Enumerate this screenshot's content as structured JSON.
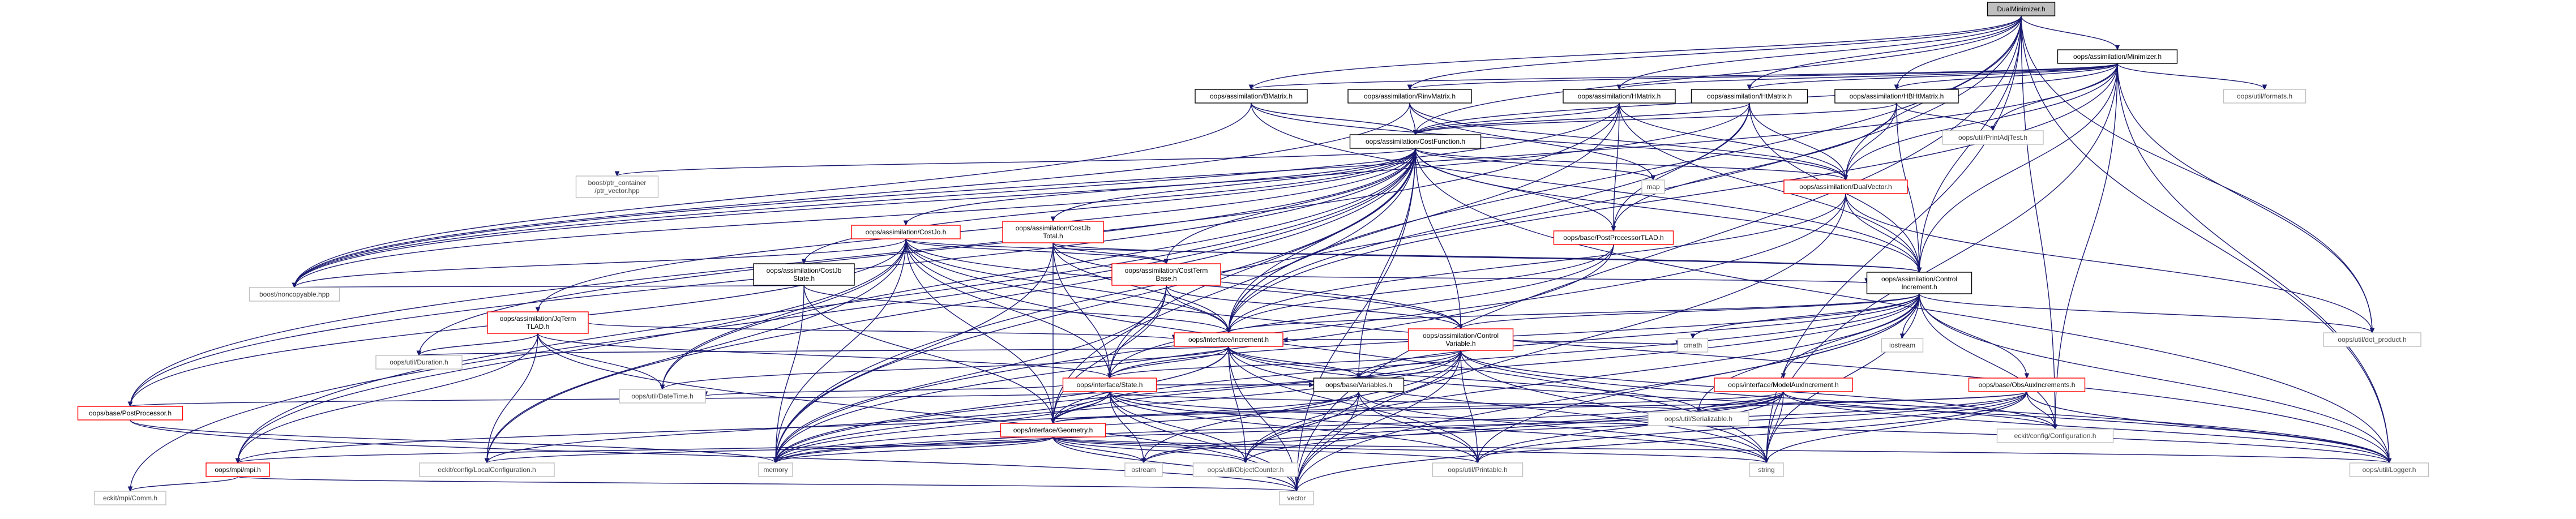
{
  "colors": {
    "edge": "#191970",
    "root_fill": "#bfbfbf",
    "normal_border": "#000000",
    "broken_border": "#ff0000",
    "external_border": "#bfbfbf"
  },
  "nodes": [
    {
      "id": "n0",
      "label": [
        "DualMinimizer.h"
      ],
      "kind": "root"
    },
    {
      "id": "n1",
      "label": [
        "oops/assimilation/Minimizer.h"
      ],
      "kind": "normal"
    },
    {
      "id": "n2",
      "label": [
        "oops/assimilation/BMatrix.h"
      ],
      "kind": "normal"
    },
    {
      "id": "n3",
      "label": [
        "oops/assimilation/RinvMatrix.h"
      ],
      "kind": "normal"
    },
    {
      "id": "n4",
      "label": [
        "oops/assimilation/HMatrix.h"
      ],
      "kind": "normal"
    },
    {
      "id": "n5",
      "label": [
        "oops/assimilation/HtMatrix.h"
      ],
      "kind": "normal"
    },
    {
      "id": "n6",
      "label": [
        "oops/assimilation/HBHtMatrix.h"
      ],
      "kind": "normal"
    },
    {
      "id": "n7",
      "label": [
        "oops/util/formats.h"
      ],
      "kind": "external"
    },
    {
      "id": "n8",
      "label": [
        "oops/assimilation/CostFunction.h"
      ],
      "kind": "normal"
    },
    {
      "id": "n9",
      "label": [
        "oops/util/PrintAdjTest.h"
      ],
      "kind": "external"
    },
    {
      "id": "n10",
      "label": [
        "boost/ptr_container",
        "/ptr_vector.hpp"
      ],
      "kind": "external"
    },
    {
      "id": "n11",
      "label": [
        "map"
      ],
      "kind": "external"
    },
    {
      "id": "n12",
      "label": [
        "oops/assimilation/DualVector.h"
      ],
      "kind": "broken"
    },
    {
      "id": "n13",
      "label": [
        "oops/assimilation/CostJo.h"
      ],
      "kind": "broken"
    },
    {
      "id": "n14",
      "label": [
        "oops/assimilation/CostJb",
        "Total.h"
      ],
      "kind": "broken"
    },
    {
      "id": "n15",
      "label": [
        "oops/assimilation/CostJb",
        "State.h"
      ],
      "kind": "normal"
    },
    {
      "id": "n16",
      "label": [
        "oops/assimilation/CostTerm",
        "Base.h"
      ],
      "kind": "broken"
    },
    {
      "id": "n17",
      "label": [
        "oops/base/PostProcessorTLAD.h"
      ],
      "kind": "broken"
    },
    {
      "id": "n18",
      "label": [
        "boost/noncopyable.hpp"
      ],
      "kind": "external"
    },
    {
      "id": "n19",
      "label": [
        "oops/assimilation/JqTerm",
        "TLAD.h"
      ],
      "kind": "broken"
    },
    {
      "id": "n20",
      "label": [
        "oops/assimilation/Control",
        "Increment.h"
      ],
      "kind": "normal"
    },
    {
      "id": "n21",
      "label": [
        "oops/interface/Increment.h"
      ],
      "kind": "broken"
    },
    {
      "id": "n22",
      "label": [
        "oops/assimilation/Control",
        "Variable.h"
      ],
      "kind": "broken"
    },
    {
      "id": "n23",
      "label": [
        "cmath"
      ],
      "kind": "external"
    },
    {
      "id": "n24",
      "label": [
        "iostream"
      ],
      "kind": "external"
    },
    {
      "id": "n25",
      "label": [
        "oops/interface/ModelAuxIncrement.h"
      ],
      "kind": "broken"
    },
    {
      "id": "n26",
      "label": [
        "oops/base/ObsAuxIncrements.h"
      ],
      "kind": "broken"
    },
    {
      "id": "n27",
      "label": [
        "oops/util/dot_product.h"
      ],
      "kind": "external"
    },
    {
      "id": "n28",
      "label": [
        "oops/util/Duration.h"
      ],
      "kind": "external"
    },
    {
      "id": "n29",
      "label": [
        "oops/interface/State.h"
      ],
      "kind": "broken"
    },
    {
      "id": "n30",
      "label": [
        "oops/util/DateTime.h"
      ],
      "kind": "external"
    },
    {
      "id": "n31",
      "label": [
        "oops/base/Variables.h"
      ],
      "kind": "normal"
    },
    {
      "id": "n32",
      "label": [
        "oops/util/Serializable.h"
      ],
      "kind": "external"
    },
    {
      "id": "n33",
      "label": [
        "eckit/config/Configuration.h"
      ],
      "kind": "external"
    },
    {
      "id": "n34",
      "label": [
        "oops/base/PostProcessor.h"
      ],
      "kind": "broken"
    },
    {
      "id": "n35",
      "label": [
        "oops/interface/Geometry.h"
      ],
      "kind": "broken"
    },
    {
      "id": "n36",
      "label": [
        "oops/mpi/mpi.h"
      ],
      "kind": "broken"
    },
    {
      "id": "n37",
      "label": [
        "eckit/config/LocalConfiguration.h"
      ],
      "kind": "external"
    },
    {
      "id": "n38",
      "label": [
        "memory"
      ],
      "kind": "external"
    },
    {
      "id": "n39",
      "label": [
        "ostream"
      ],
      "kind": "external"
    },
    {
      "id": "n40",
      "label": [
        "oops/util/ObjectCounter.h"
      ],
      "kind": "external"
    },
    {
      "id": "n41",
      "label": [
        "oops/util/Printable.h"
      ],
      "kind": "external"
    },
    {
      "id": "n42",
      "label": [
        "string"
      ],
      "kind": "external"
    },
    {
      "id": "n43",
      "label": [
        "oops/util/Logger.h"
      ],
      "kind": "external"
    },
    {
      "id": "n44",
      "label": [
        "eckit/mpi/Comm.h"
      ],
      "kind": "external"
    },
    {
      "id": "n45",
      "label": [
        "vector"
      ],
      "kind": "external"
    }
  ],
  "edges": [
    [
      "n0",
      "n1"
    ],
    [
      "n0",
      "n2"
    ],
    [
      "n0",
      "n3"
    ],
    [
      "n0",
      "n4"
    ],
    [
      "n0",
      "n5"
    ],
    [
      "n0",
      "n6"
    ],
    [
      "n0",
      "n8"
    ],
    [
      "n0",
      "n12"
    ],
    [
      "n0",
      "n20"
    ],
    [
      "n0",
      "n21"
    ],
    [
      "n0",
      "n33"
    ],
    [
      "n0",
      "n38"
    ],
    [
      "n0",
      "n42"
    ],
    [
      "n0",
      "n43"
    ],
    [
      "n0",
      "n27"
    ],
    [
      "n0",
      "n45"
    ],
    [
      "n1",
      "n2"
    ],
    [
      "n1",
      "n3"
    ],
    [
      "n1",
      "n4"
    ],
    [
      "n1",
      "n5"
    ],
    [
      "n1",
      "n6"
    ],
    [
      "n1",
      "n7"
    ],
    [
      "n1",
      "n8"
    ],
    [
      "n1",
      "n9"
    ],
    [
      "n1",
      "n12"
    ],
    [
      "n1",
      "n18"
    ],
    [
      "n1",
      "n20"
    ],
    [
      "n1",
      "n21"
    ],
    [
      "n1",
      "n27"
    ],
    [
      "n1",
      "n33"
    ],
    [
      "n1",
      "n42"
    ],
    [
      "n1",
      "n43"
    ],
    [
      "n2",
      "n8"
    ],
    [
      "n2",
      "n12"
    ],
    [
      "n2",
      "n18"
    ],
    [
      "n2",
      "n20"
    ],
    [
      "n3",
      "n8"
    ],
    [
      "n3",
      "n12"
    ],
    [
      "n3",
      "n18"
    ],
    [
      "n3",
      "n11"
    ],
    [
      "n4",
      "n8"
    ],
    [
      "n4",
      "n12"
    ],
    [
      "n4",
      "n17"
    ],
    [
      "n4",
      "n18"
    ],
    [
      "n4",
      "n20"
    ],
    [
      "n4",
      "n21"
    ],
    [
      "n4",
      "n34"
    ],
    [
      "n5",
      "n8"
    ],
    [
      "n5",
      "n12"
    ],
    [
      "n5",
      "n17"
    ],
    [
      "n5",
      "n18"
    ],
    [
      "n5",
      "n20"
    ],
    [
      "n5",
      "n21"
    ],
    [
      "n6",
      "n8"
    ],
    [
      "n6",
      "n9"
    ],
    [
      "n6",
      "n12"
    ],
    [
      "n6",
      "n17"
    ],
    [
      "n6",
      "n20"
    ],
    [
      "n8",
      "n10"
    ],
    [
      "n8",
      "n11"
    ],
    [
      "n8",
      "n12"
    ],
    [
      "n8",
      "n13"
    ],
    [
      "n8",
      "n14"
    ],
    [
      "n8",
      "n15"
    ],
    [
      "n8",
      "n16"
    ],
    [
      "n8",
      "n17"
    ],
    [
      "n8",
      "n18"
    ],
    [
      "n8",
      "n19"
    ],
    [
      "n8",
      "n20"
    ],
    [
      "n8",
      "n21"
    ],
    [
      "n8",
      "n22"
    ],
    [
      "n8",
      "n28"
    ],
    [
      "n8",
      "n29"
    ],
    [
      "n8",
      "n30"
    ],
    [
      "n8",
      "n31"
    ],
    [
      "n8",
      "n34"
    ],
    [
      "n8",
      "n35"
    ],
    [
      "n8",
      "n36"
    ],
    [
      "n8",
      "n37"
    ],
    [
      "n8",
      "n38"
    ],
    [
      "n8",
      "n43"
    ],
    [
      "n8",
      "n44"
    ],
    [
      "n8",
      "n45"
    ],
    [
      "n12",
      "n20"
    ],
    [
      "n12",
      "n21"
    ],
    [
      "n12",
      "n27"
    ],
    [
      "n12",
      "n38"
    ],
    [
      "n12",
      "n45"
    ],
    [
      "n13",
      "n16"
    ],
    [
      "n13",
      "n18"
    ],
    [
      "n13",
      "n20"
    ],
    [
      "n13",
      "n21"
    ],
    [
      "n13",
      "n22"
    ],
    [
      "n13",
      "n29"
    ],
    [
      "n13",
      "n30"
    ],
    [
      "n13",
      "n35"
    ],
    [
      "n13",
      "n36"
    ],
    [
      "n13",
      "n38"
    ],
    [
      "n13",
      "n42"
    ],
    [
      "n13",
      "n43"
    ],
    [
      "n13",
      "n34"
    ],
    [
      "n13",
      "n37"
    ],
    [
      "n14",
      "n16"
    ],
    [
      "n14",
      "n20"
    ],
    [
      "n14",
      "n21"
    ],
    [
      "n14",
      "n22"
    ],
    [
      "n14",
      "n29"
    ],
    [
      "n14",
      "n35"
    ],
    [
      "n14",
      "n38"
    ],
    [
      "n15",
      "n18"
    ],
    [
      "n15",
      "n21"
    ],
    [
      "n15",
      "n35"
    ],
    [
      "n15",
      "n38"
    ],
    [
      "n16",
      "n20"
    ],
    [
      "n16",
      "n21"
    ],
    [
      "n16",
      "n22"
    ],
    [
      "n16",
      "n29"
    ],
    [
      "n16",
      "n35"
    ],
    [
      "n16",
      "n38"
    ],
    [
      "n17",
      "n21"
    ],
    [
      "n17",
      "n29"
    ],
    [
      "n17",
      "n38"
    ],
    [
      "n19",
      "n21"
    ],
    [
      "n19",
      "n28"
    ],
    [
      "n19",
      "n30"
    ],
    [
      "n19",
      "n36"
    ],
    [
      "n19",
      "n37"
    ],
    [
      "n19",
      "n45"
    ],
    [
      "n19",
      "n29"
    ],
    [
      "n20",
      "n21"
    ],
    [
      "n20",
      "n22"
    ],
    [
      "n20",
      "n23"
    ],
    [
      "n20",
      "n24"
    ],
    [
      "n20",
      "n25"
    ],
    [
      "n20",
      "n26"
    ],
    [
      "n20",
      "n27"
    ],
    [
      "n20",
      "n29"
    ],
    [
      "n20",
      "n31"
    ],
    [
      "n20",
      "n32"
    ],
    [
      "n20",
      "n33"
    ],
    [
      "n20",
      "n35"
    ],
    [
      "n20",
      "n38"
    ],
    [
      "n20",
      "n40"
    ],
    [
      "n20",
      "n41"
    ],
    [
      "n20",
      "n42"
    ],
    [
      "n20",
      "n43"
    ],
    [
      "n20",
      "n45"
    ],
    [
      "n21",
      "n28"
    ],
    [
      "n21",
      "n29"
    ],
    [
      "n21",
      "n30"
    ],
    [
      "n21",
      "n31"
    ],
    [
      "n21",
      "n32"
    ],
    [
      "n21",
      "n35"
    ],
    [
      "n21",
      "n38"
    ],
    [
      "n21",
      "n40"
    ],
    [
      "n21",
      "n41"
    ],
    [
      "n21",
      "n42"
    ],
    [
      "n21",
      "n43"
    ],
    [
      "n21",
      "n45"
    ],
    [
      "n22",
      "n21"
    ],
    [
      "n22",
      "n23"
    ],
    [
      "n22",
      "n29"
    ],
    [
      "n22",
      "n31"
    ],
    [
      "n22",
      "n33"
    ],
    [
      "n22",
      "n35"
    ],
    [
      "n22",
      "n38"
    ],
    [
      "n22",
      "n39"
    ],
    [
      "n22",
      "n40"
    ],
    [
      "n22",
      "n41"
    ],
    [
      "n22",
      "n42"
    ],
    [
      "n22",
      "n43"
    ],
    [
      "n22",
      "n45"
    ],
    [
      "n25",
      "n32"
    ],
    [
      "n25",
      "n33"
    ],
    [
      "n25",
      "n35"
    ],
    [
      "n25",
      "n38"
    ],
    [
      "n25",
      "n39"
    ],
    [
      "n25",
      "n40"
    ],
    [
      "n25",
      "n41"
    ],
    [
      "n25",
      "n42"
    ],
    [
      "n25",
      "n43"
    ],
    [
      "n26",
      "n32"
    ],
    [
      "n26",
      "n33"
    ],
    [
      "n26",
      "n35"
    ],
    [
      "n26",
      "n38"
    ],
    [
      "n26",
      "n39"
    ],
    [
      "n26",
      "n41"
    ],
    [
      "n26",
      "n42"
    ],
    [
      "n26",
      "n43"
    ],
    [
      "n26",
      "n45"
    ],
    [
      "n29",
      "n30"
    ],
    [
      "n29",
      "n31"
    ],
    [
      "n29",
      "n32"
    ],
    [
      "n29",
      "n35"
    ],
    [
      "n29",
      "n34"
    ],
    [
      "n29",
      "n37"
    ],
    [
      "n29",
      "n38"
    ],
    [
      "n29",
      "n40"
    ],
    [
      "n29",
      "n41"
    ],
    [
      "n29",
      "n42"
    ],
    [
      "n29",
      "n43"
    ],
    [
      "n29",
      "n45"
    ],
    [
      "n29",
      "n39"
    ],
    [
      "n31",
      "n36"
    ],
    [
      "n31",
      "n38"
    ],
    [
      "n31",
      "n40"
    ],
    [
      "n31",
      "n41"
    ],
    [
      "n31",
      "n42"
    ],
    [
      "n31",
      "n45"
    ],
    [
      "n34",
      "n38"
    ],
    [
      "n34",
      "n45"
    ],
    [
      "n35",
      "n36"
    ],
    [
      "n35",
      "n37"
    ],
    [
      "n35",
      "n38"
    ],
    [
      "n35",
      "n39"
    ],
    [
      "n35",
      "n40"
    ],
    [
      "n35",
      "n41"
    ],
    [
      "n35",
      "n42"
    ],
    [
      "n35",
      "n43"
    ],
    [
      "n35",
      "n45"
    ],
    [
      "n36",
      "n44"
    ],
    [
      "n36",
      "n45"
    ]
  ]
}
